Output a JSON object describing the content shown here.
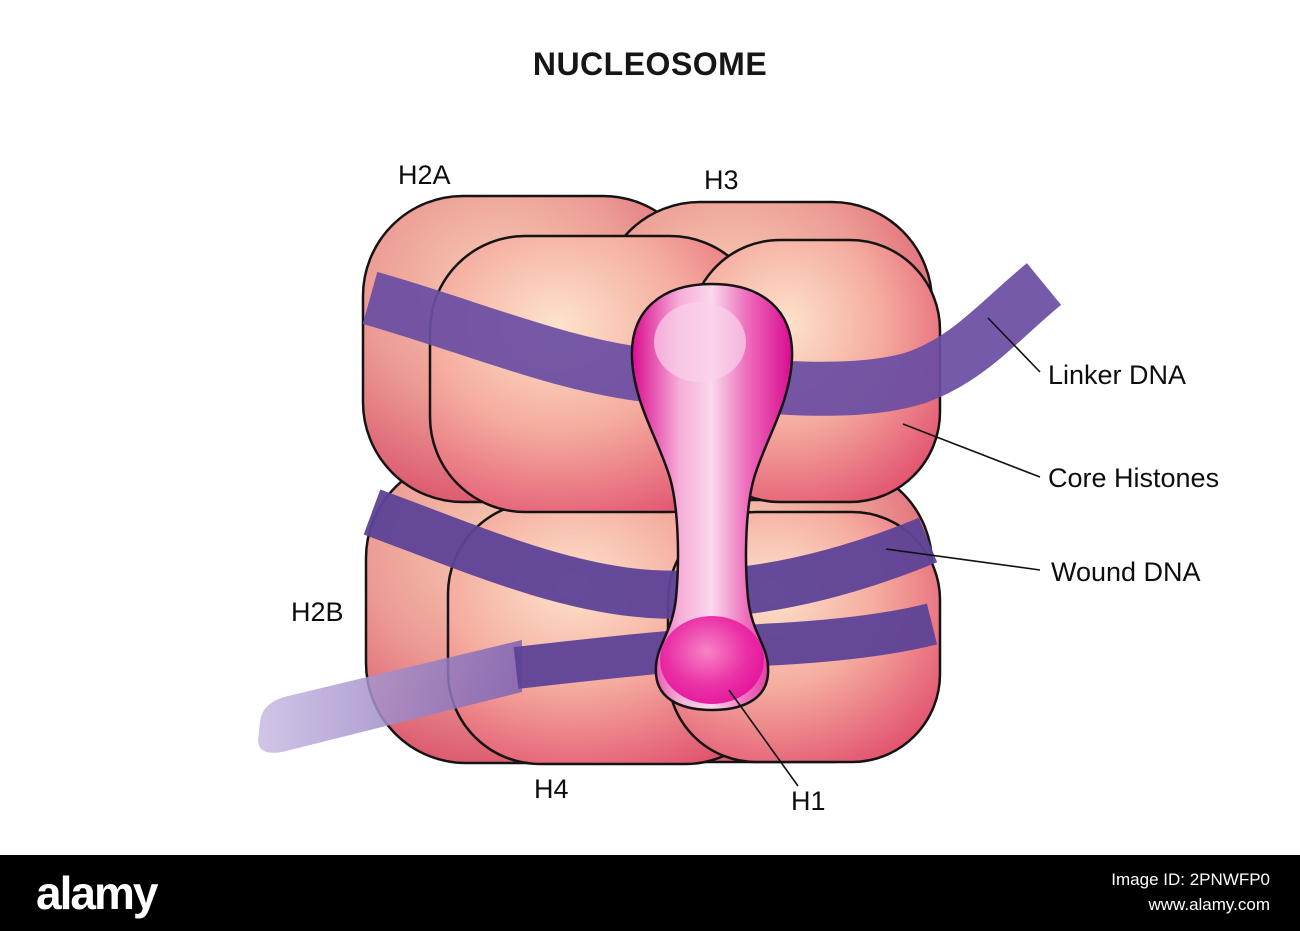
{
  "title": "NUCLEOSOME",
  "labels": {
    "h2a": "H2A",
    "h3": "H3",
    "h2b": "H2B",
    "h4": "H4",
    "h1": "H1",
    "linker_dna": "Linker DNA",
    "core_histones": "Core Histones",
    "wound_dna": "Wound DNA"
  },
  "watermark": {
    "brand": "alamy",
    "image_id": "Image ID: 2PNWFP0",
    "url": "www.alamy.com"
  },
  "colors": {
    "histone_highlight": "#FDE3CC",
    "histone_body": "#F5AC9F",
    "histone_edge": "#E14F6D",
    "dna_purple": "#6A4EA3",
    "dna_purple_dark": "#5D4297",
    "linker_tail_light": "#C9BBE2",
    "h1_magenta": "#E20798",
    "h1_pink_light": "#FBD7EC",
    "outline": "#141414",
    "watermark_bg": "#000000",
    "text": "#0E0E0E",
    "background": "#FFFFFF"
  }
}
